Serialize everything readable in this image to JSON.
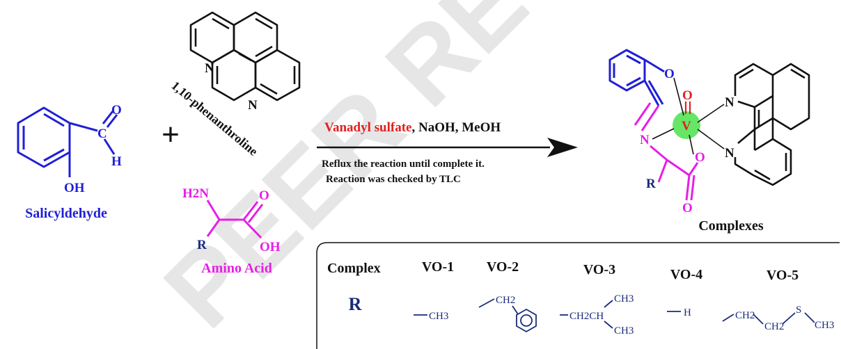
{
  "salicylaldehyde": {
    "name": "Salicyldehyde",
    "atoms": {
      "O": "O",
      "C": "C",
      "H": "H",
      "OH": "OH"
    }
  },
  "plus": "+",
  "phenanthroline": {
    "name": "1,10-phenanthroline",
    "atoms": {
      "N1": "N",
      "N2": "N"
    }
  },
  "amino_acid": {
    "name": "Amino Acid",
    "atoms": {
      "H2N": "H2N",
      "O": "O",
      "OH": "OH",
      "R": "R"
    }
  },
  "arrow": {
    "reagent_highlight": "Vanadyl sulfate",
    "reagent_rest": ", NaOH, MeOH",
    "condition_line1": "Reflux the reaction until complete it.",
    "condition_line2": "Reaction was checked by TLC"
  },
  "product": {
    "name": "Complexes",
    "atoms": {
      "O_phenolate": "O",
      "O_oxo": "O",
      "V": "V",
      "N_imine": "N",
      "O_carboxyl": "O",
      "O_carbonyl": "O",
      "R": "R",
      "N_top": "N",
      "N_bottom": "N"
    }
  },
  "table": {
    "header_label": "Complex",
    "row_label": "R",
    "columns": [
      {
        "name": "VO-1",
        "group": "CH3"
      },
      {
        "name": "VO-2",
        "group": "CH2"
      },
      {
        "name": "VO-3",
        "group_a": "CH2CH",
        "group_b": "CH3",
        "group_c": "CH3"
      },
      {
        "name": "VO-4",
        "group": "H"
      },
      {
        "name": "VO-5",
        "group_a": "CH2",
        "group_b": "CH2",
        "group_c": "S",
        "group_d": "CH3"
      }
    ]
  },
  "watermark": {
    "text": "PEER REVIEW"
  },
  "colors": {
    "blue": "#1f1fd6",
    "magenta": "#e61ee6",
    "navy": "#1a2a7a",
    "red": "#e02020",
    "green": "#33dd33"
  }
}
